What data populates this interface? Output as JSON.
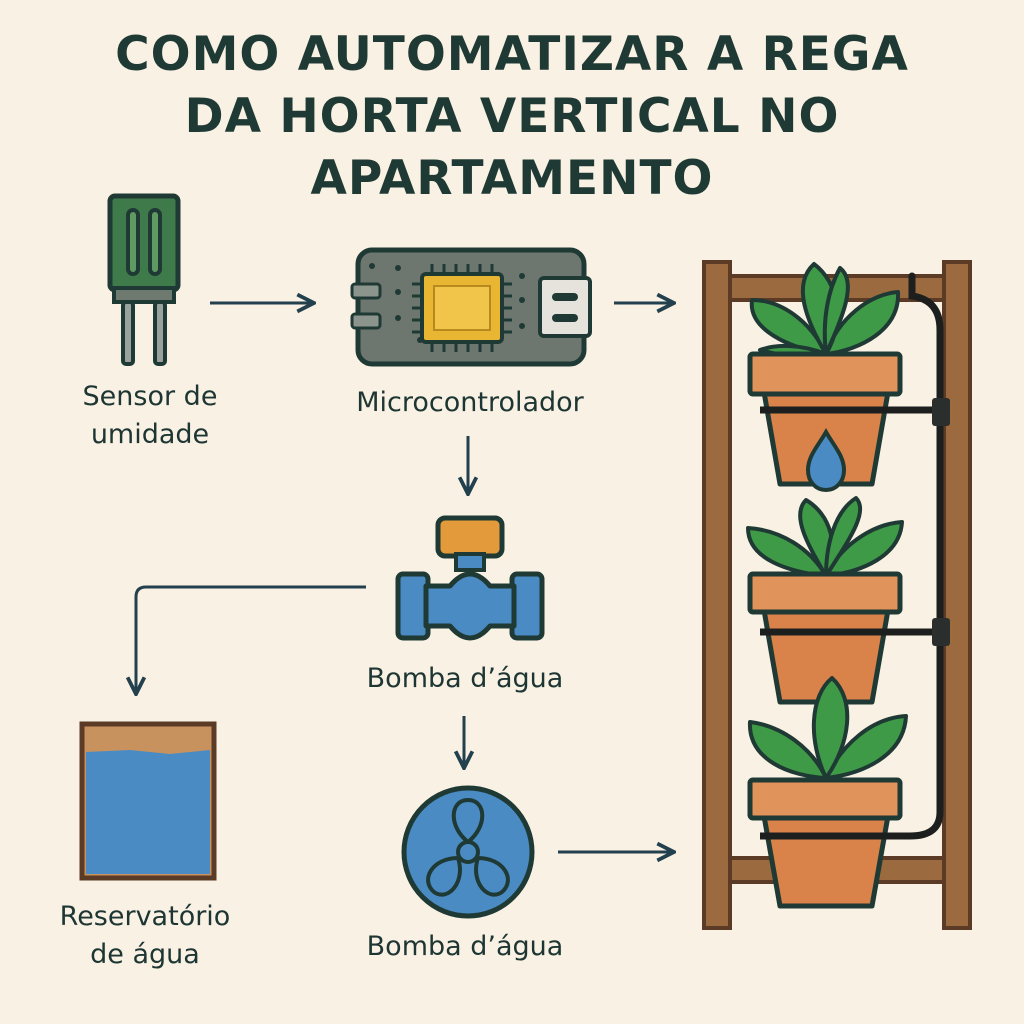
{
  "title": {
    "line1": "COMO AUTOMATIZAR A REGA",
    "line2": "DA HORTA VERTICAL NO",
    "line3": "APARTAMENTO"
  },
  "nodes": {
    "sensor": {
      "line1": "Sensor de",
      "line2": "umidade",
      "icon": "moisture-sensor-icon"
    },
    "microcontroller": {
      "label": "Microcontrolador",
      "icon": "microcontroller-board-icon"
    },
    "valve_pump": {
      "label": "Bomba d’água",
      "icon": "water-valve-icon"
    },
    "reservoir": {
      "line1": "Reservatório",
      "line2": "de água",
      "icon": "water-reservoir-icon"
    },
    "fan_pump": {
      "label": "Bomba d’água",
      "icon": "pump-fan-icon"
    },
    "garden": {
      "icon": "vertical-garden-icon"
    }
  },
  "colors": {
    "background": "#f9f1e3",
    "dark": "#1f3a34",
    "sensor_green": "#3f7a4a",
    "board_gray": "#6e7670",
    "chip_yellow": "#e8b632",
    "water_blue": "#4a8bc4",
    "valve_orange": "#e39a3b",
    "wood": "#9b6b3f",
    "pot": "#d9834a",
    "leaf": "#3f9a48"
  }
}
